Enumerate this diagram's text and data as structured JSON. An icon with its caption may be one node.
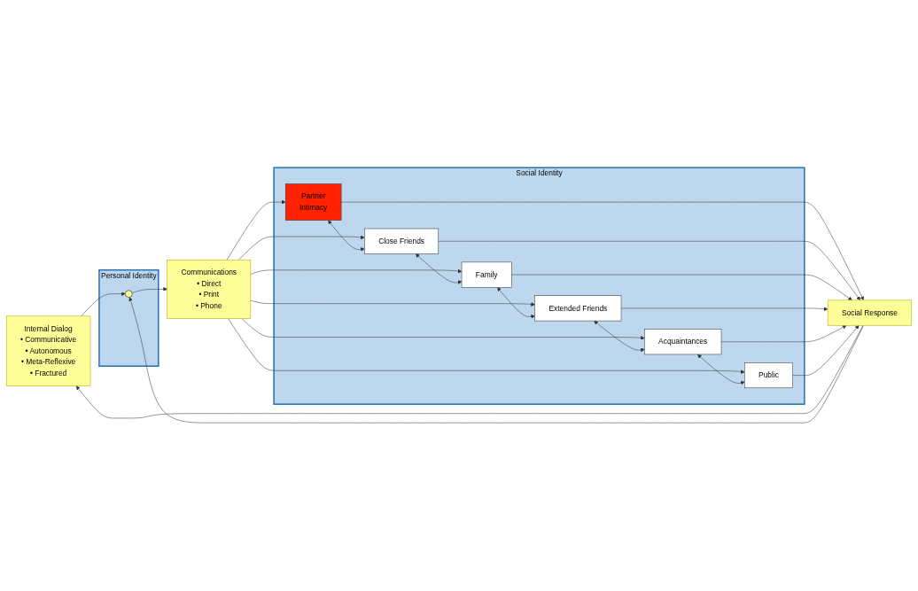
{
  "diagram": {
    "nodes": [
      {
        "text": [
          "Internal Dialog",
          "• Communicative",
          "• Autonomous",
          "• Meta-Reflexive",
          "• Fractured"
        ]
      },
      {
        "text": [
          "Personal Identity"
        ]
      },
      {
        "text": [],
        "shape": "circle",
        "in": 1
      },
      {
        "text": [
          "Communications",
          "• Direct",
          "• Print",
          "• Phone"
        ]
      },
      {
        "text": [
          "Social Identity"
        ]
      },
      {
        "text": [
          "Partner",
          "Intimacy"
        ],
        "in": 4
      },
      {
        "text": [
          "Close Friends"
        ],
        "in": 4
      },
      {
        "text": [
          "Family"
        ],
        "in": 4
      },
      {
        "text": [
          "Extended Friends"
        ],
        "in": 4
      },
      {
        "text": [
          "Acquaintances"
        ],
        "in": 4
      },
      {
        "text": [
          "Public"
        ],
        "in": 4
      },
      {
        "text": [
          "Social Response"
        ]
      }
    ],
    "edges": [
      {
        "from": 0,
        "to": 2,
        "arrow": "to"
      },
      {
        "from": 2,
        "to": 3,
        "arrow": "to"
      },
      {
        "from": 3,
        "to": 5,
        "arrow": "to"
      },
      {
        "from": 3,
        "to": 6,
        "arrow": "to"
      },
      {
        "from": 3,
        "to": 7,
        "arrow": "to"
      },
      {
        "from": 3,
        "to": 8,
        "arrow": "to"
      },
      {
        "from": 3,
        "to": 9,
        "arrow": "to"
      },
      {
        "from": 3,
        "to": 10,
        "arrow": "to"
      },
      {
        "from": 5,
        "to": 6,
        "arrow": "both"
      },
      {
        "from": 6,
        "to": 7,
        "arrow": "both"
      },
      {
        "from": 7,
        "to": 8,
        "arrow": "both"
      },
      {
        "from": 8,
        "to": 9,
        "arrow": "both"
      },
      {
        "from": 9,
        "to": 10,
        "arrow": "both"
      },
      {
        "from": 5,
        "to": 11,
        "arrow": "to"
      },
      {
        "from": 6,
        "to": 11,
        "arrow": "to"
      },
      {
        "from": 7,
        "to": 11,
        "arrow": "to"
      },
      {
        "from": 8,
        "to": 11,
        "arrow": "to"
      },
      {
        "from": 9,
        "to": 11,
        "arrow": "to"
      },
      {
        "from": 10,
        "to": 11,
        "arrow": "to"
      },
      {
        "from": 11,
        "to": 0,
        "arrow": "to"
      },
      {
        "from": 11,
        "to": 2,
        "arrow": "to"
      }
    ]
  }
}
